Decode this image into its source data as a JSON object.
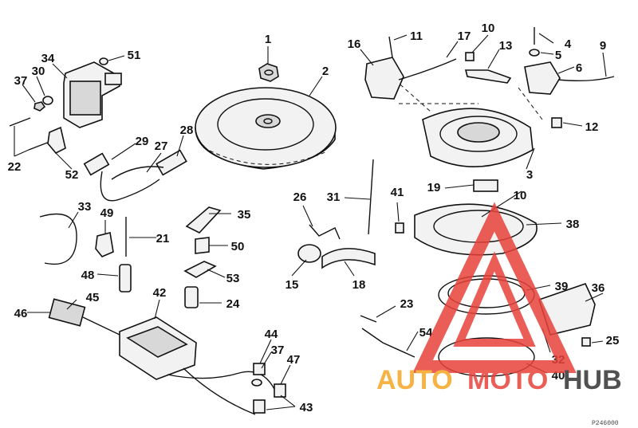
{
  "watermark": {
    "part1": "AUTO",
    "part2": "MOTO",
    "part3": "HUB",
    "color_orange": "#f5a623",
    "color_red": "#e8433a",
    "color_dark": "#333333"
  },
  "figure_code": "P246000",
  "callouts": [
    "1",
    "2",
    "3",
    "4",
    "5",
    "6",
    "9",
    "10",
    "10",
    "11",
    "12",
    "13",
    "15",
    "16",
    "17",
    "18",
    "19",
    "21",
    "22",
    "23",
    "24",
    "25",
    "26",
    "27",
    "28",
    "29",
    "30",
    "31",
    "32",
    "33",
    "34",
    "35",
    "36",
    "37",
    "37",
    "38",
    "39",
    "40",
    "41",
    "42",
    "43",
    "44",
    "45",
    "46",
    "47",
    "48",
    "49",
    "50",
    "51",
    "52",
    "53",
    "54"
  ]
}
